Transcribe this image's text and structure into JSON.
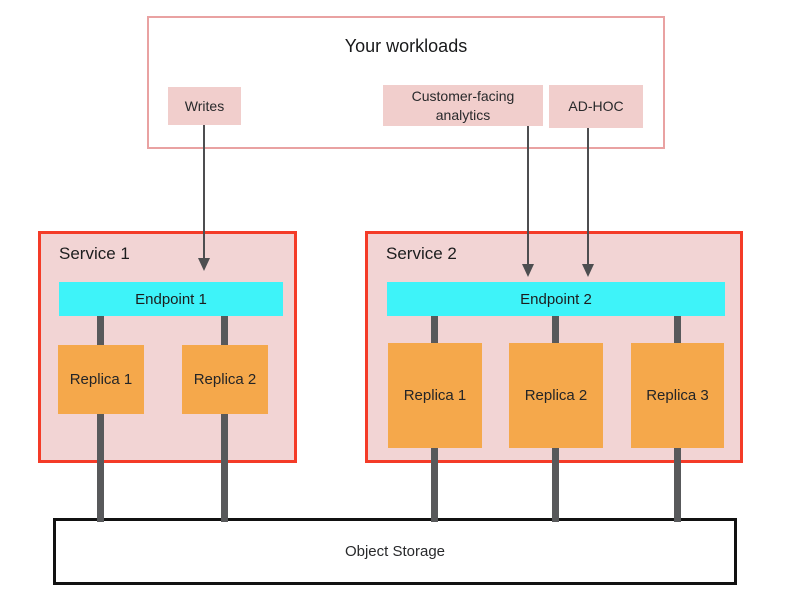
{
  "diagram": {
    "workloads": {
      "title": "Your workloads",
      "items": [
        {
          "label": "Writes"
        },
        {
          "label": "Customer-facing analytics"
        },
        {
          "label": "AD-HOC"
        }
      ]
    },
    "services": [
      {
        "title": "Service 1",
        "endpoint": "Endpoint 1",
        "replicas": [
          "Replica 1",
          "Replica 2"
        ]
      },
      {
        "title": "Service 2",
        "endpoint": "Endpoint 2",
        "replicas": [
          "Replica 1",
          "Replica 2",
          "Replica 3"
        ]
      }
    ],
    "storage": {
      "label": "Object Storage"
    },
    "colors": {
      "workloads_border": "#e9a2a2",
      "workload_chip_fill": "#f1cecc",
      "service_border": "#f43b28",
      "service_fill": "#f2d4d4",
      "endpoint_fill": "#3ef3f9",
      "replica_fill": "#f5a84b",
      "connector_gray": "#58595b",
      "arrow_gray": "#4d4e50",
      "storage_border": "#111111"
    }
  }
}
